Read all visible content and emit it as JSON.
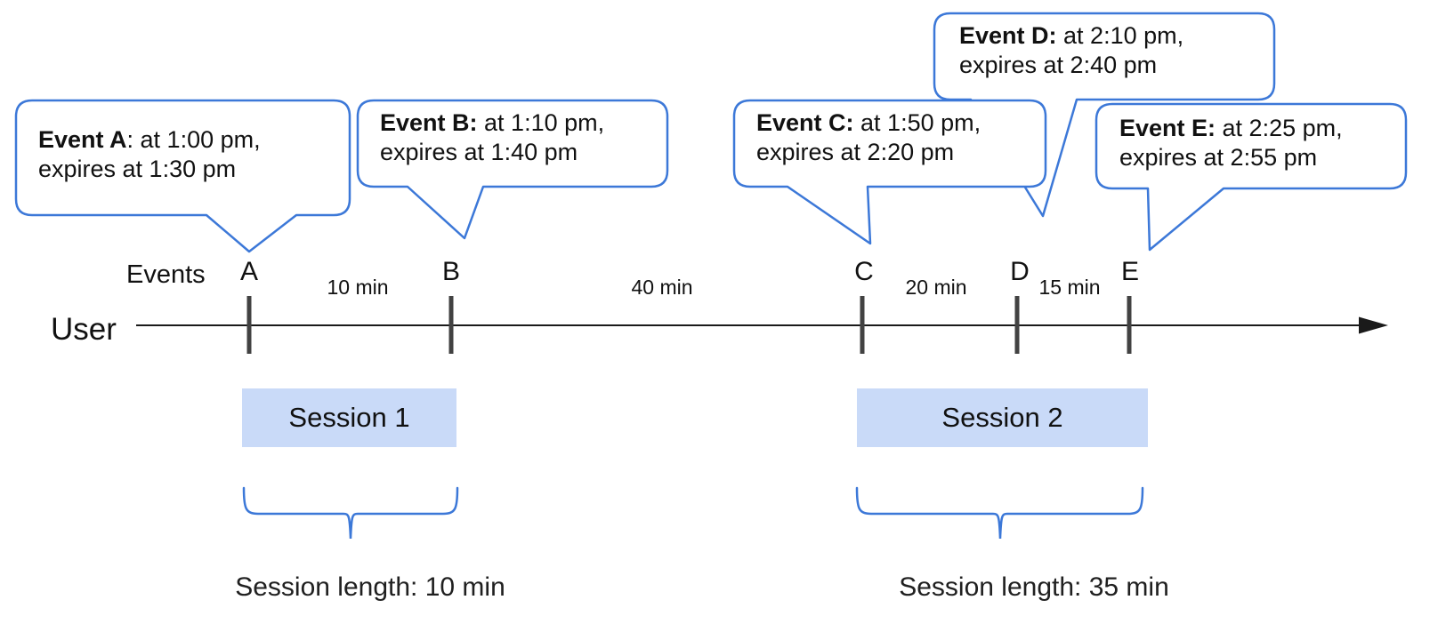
{
  "diagram": {
    "events_label": "Events",
    "user_label": "User"
  },
  "bubbles": [
    {
      "id": "A",
      "bold": "Event A",
      "rest": ": at 1:00 pm,",
      "line2": "expires at 1:30 pm"
    },
    {
      "id": "B",
      "bold": "Event B:",
      "rest": " at 1:10 pm,",
      "line2": "expires at 1:40 pm"
    },
    {
      "id": "C",
      "bold": "Event C:",
      "rest": " at 1:50 pm,",
      "line2": "expires at 2:20 pm"
    },
    {
      "id": "D",
      "bold": "Event D:",
      "rest": " at 2:10 pm,",
      "line2": "expires at 2:40 pm"
    },
    {
      "id": "E",
      "bold": "Event E:",
      "rest": " at 2:25 pm,",
      "line2": "expires at 2:55 pm"
    }
  ],
  "timeline": {
    "event_marks": [
      "A",
      "B",
      "C",
      "D",
      "E"
    ],
    "intervals": [
      "10 min",
      "40 min",
      "20 min",
      "15 min"
    ]
  },
  "sessions": [
    {
      "label": "Session 1",
      "length_label": "Session length: 10 min"
    },
    {
      "label": "Session 2",
      "length_label": "Session length: 35 min"
    }
  ],
  "colors": {
    "bubble_border": "#3c78d8",
    "session_fill": "#c9daf8",
    "brace": "#3c78d8",
    "tick": "#424242",
    "axis": "#1a1a1a"
  }
}
